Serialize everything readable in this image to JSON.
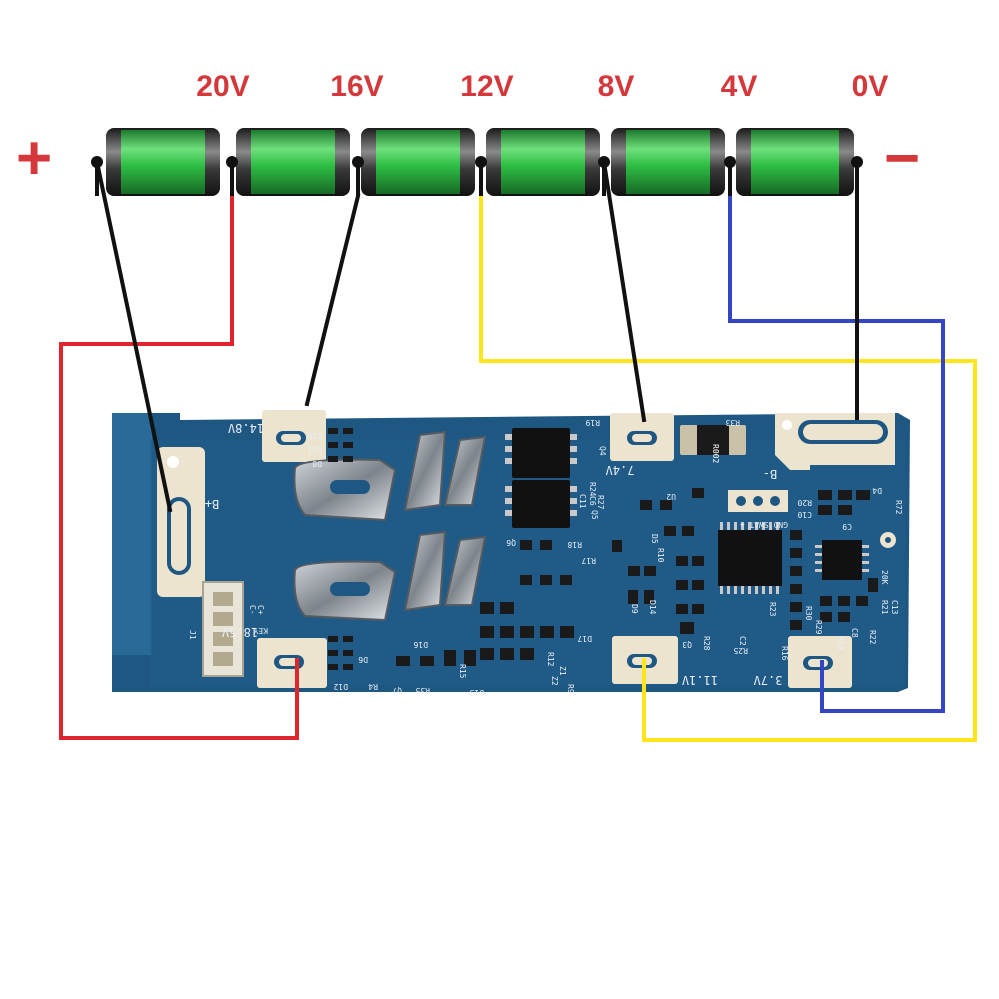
{
  "title": "",
  "terminals": {
    "positive": "+",
    "negative": "−"
  },
  "cells": [
    {
      "label": "20V"
    },
    {
      "label": "16V"
    },
    {
      "label": "12V"
    },
    {
      "label": "8V"
    },
    {
      "label": "4V"
    },
    {
      "label": "0V"
    }
  ],
  "board": {
    "pad_labels": {
      "p148": "14.8V",
      "p185": "18.5V",
      "p74": "7.4V",
      "p111": "11.1V",
      "p37": "3.7V",
      "bplus": "B+",
      "bminus": "B-"
    },
    "silkscreen": {
      "j1": "J1",
      "key": "KEY",
      "c_plus": "C+",
      "c_minus": "C-",
      "r19": "R19",
      "q4": "Q4",
      "r33": "R33",
      "r002": "R002",
      "r24": "R24",
      "r27": "R27",
      "q5": "Q5",
      "c6": "C6",
      "q6": "Q6",
      "r18": "R18",
      "r17": "R17",
      "r10": "R10",
      "d5": "D5",
      "d9": "D9",
      "d14": "D14",
      "u2": "U2",
      "r28": "R28",
      "r25": "R25",
      "c2": "C2",
      "r16": "R16",
      "r23": "R23",
      "r30": "R30",
      "r22": "R22",
      "c13": "C13",
      "r21": "R21",
      "k20": "20K",
      "d4": "D4",
      "r72": "R72",
      "c9": "C9",
      "c10": "C10",
      "r20": "R20",
      "swat": "GND SWAT +",
      "d10": "D10",
      "d11": "D11",
      "d8": "D8",
      "d12": "D12",
      "d6": "D6",
      "d16": "D16",
      "r4": "R4",
      "q7": "Q7",
      "r35": "R35",
      "r15": "R15",
      "d13": "D13",
      "r12": "R12",
      "r9": "R9",
      "z1": "Z1",
      "z2": "Z2",
      "d17": "D17",
      "c11": "C11",
      "q3": "Q3",
      "c8": "C8",
      "r11": "R11",
      "r29": "R29"
    }
  },
  "colors": {
    "label_red": "#d5383b",
    "wire_red": "#e0262d",
    "wire_black": "#111111",
    "wire_yellow": "#ffe61c",
    "wire_blue": "#3446c3",
    "pcb": "#1f5783",
    "cell_green": "#2fbf45",
    "pad": "#ece4cf"
  }
}
